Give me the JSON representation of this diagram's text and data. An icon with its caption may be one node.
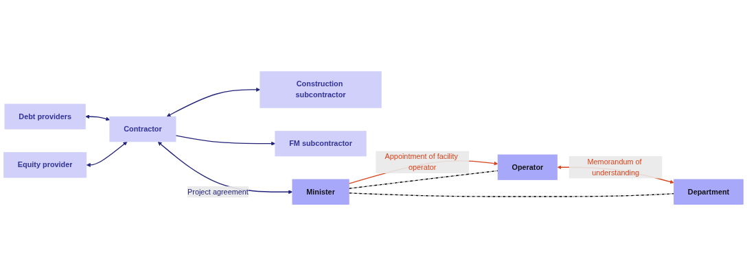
{
  "diagram": {
    "nodes": [
      {
        "text": [
          "Debt providers"
        ]
      },
      {
        "text": [
          "Equity provider"
        ]
      },
      {
        "text": [
          "Contractor"
        ]
      },
      {
        "text": [
          "Construction subcontractor"
        ]
      },
      {
        "text": [
          "FM subcontractor"
        ]
      },
      {
        "text": [
          "Minister"
        ]
      },
      {
        "text": [
          "Operator"
        ]
      },
      {
        "text": [
          "Department"
        ]
      }
    ],
    "edges": [
      {
        "from": 0,
        "to": 2,
        "arrow": "both"
      },
      {
        "from": 1,
        "to": 2,
        "arrow": "both"
      },
      {
        "from": 2,
        "to": 3,
        "arrow": "both"
      },
      {
        "from": 2,
        "to": 4,
        "arrow": "to"
      },
      {
        "from": 2,
        "to": 5,
        "arrow": "both",
        "label": "Project agreement"
      },
      {
        "from": 5,
        "to": 6,
        "arrow": "to",
        "label": "Appointment of facility operator",
        "color": "#d9441c"
      },
      {
        "from": 6,
        "to": 7,
        "arrow": "both",
        "label": "Memorandum of understanding",
        "color": "#d9441c"
      },
      {
        "from": 5,
        "to": 6,
        "arrow": "none",
        "style": "dashed",
        "color": "#000000"
      },
      {
        "from": 5,
        "to": 7,
        "arrow": "none",
        "style": "dashed",
        "color": "#000000"
      }
    ]
  }
}
